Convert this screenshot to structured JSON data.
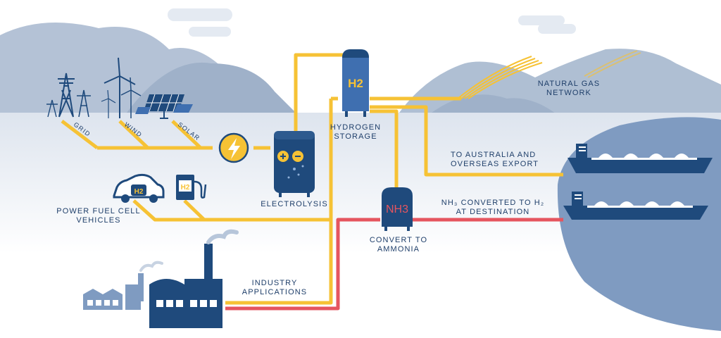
{
  "labels": {
    "grid": "GRID",
    "wind": "WIND",
    "solar": "SOLAR",
    "hydrogen_storage_1": "HYDROGEN",
    "hydrogen_storage_2": "STORAGE",
    "natural_gas_1": "NATURAL GAS",
    "natural_gas_2": "NETWORK",
    "export_1": "TO AUSTRALIA AND",
    "export_2": "OVERSEAS EXPORT",
    "electrolysis": "ELECTROLYSIS",
    "nh3_converted_1": "NH₃ CONVERTED TO H₂",
    "nh3_converted_2": "AT DESTINATION",
    "vehicles_1": "POWER FUEL CELL",
    "vehicles_2": "VEHICLES",
    "convert_1": "CONVERT TO",
    "convert_2": "AMMONIA",
    "industry_1": "INDUSTRY",
    "industry_2": "APPLICATIONS"
  },
  "tank_labels": {
    "storage": "H2",
    "ammonia": "NH3",
    "car": "H2",
    "pump": "H2"
  },
  "colors": {
    "hydrogen_pipe": "#f6c235",
    "ammonia_pipe": "#e5555f",
    "dark_blue": "#1f4a7c",
    "mid_blue": "#3f6fb0",
    "mountain": "#a9b9ce",
    "water": "#7e9ac0",
    "text": "#1f3f6a"
  },
  "icons": [
    "transmission-tower-icon",
    "wind-turbine-icon",
    "solar-panel-icon",
    "lightning-bolt-icon",
    "electrolyser-icon",
    "hydrogen-tank-icon",
    "ammonia-tank-icon",
    "car-icon",
    "fuel-pump-icon",
    "factory-icon",
    "ship-icon"
  ]
}
